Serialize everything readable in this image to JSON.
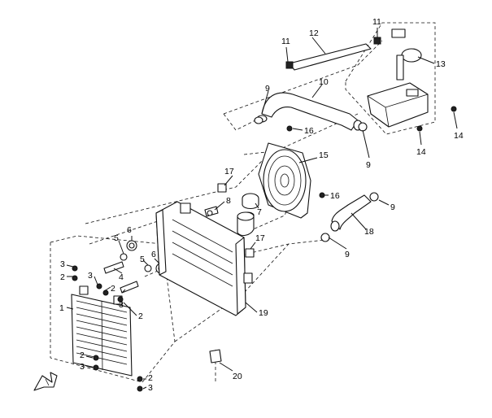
{
  "diagram": {
    "callouts": {
      "p1": "1",
      "p2a": "2",
      "p2b": "2",
      "p2c": "2",
      "p2d": "2",
      "p2e": "2",
      "p3a": "3",
      "p3b": "3",
      "p3c": "3",
      "p3d": "3",
      "p3e": "3",
      "p4": "4",
      "p5a": "5",
      "p5b": "5",
      "p6a": "6",
      "p6b": "6",
      "p7": "7",
      "p8": "8",
      "p9a": "9",
      "p9b": "9",
      "p9c": "9",
      "p9d": "9",
      "p10": "10",
      "p11a": "11",
      "p11b": "11",
      "p12": "12",
      "p13": "13",
      "p14a": "14",
      "p14b": "14",
      "p15": "15",
      "p16a": "16",
      "p16b": "16",
      "p17a": "17",
      "p17b": "17",
      "p18": "18",
      "p19": "19",
      "p20": "20"
    }
  }
}
